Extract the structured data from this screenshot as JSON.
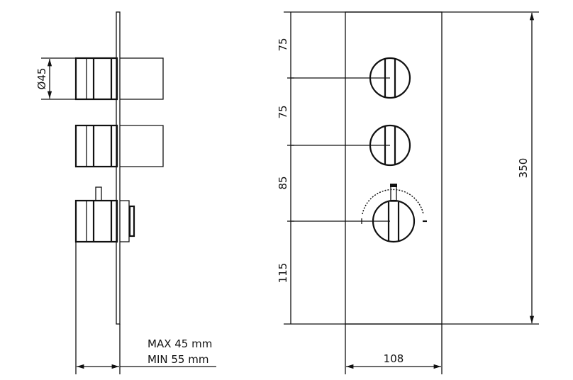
{
  "diagram": {
    "side_view": {
      "diameter_label": "Ø45",
      "depth_max": "MAX 45 mm",
      "depth_min": "MIN 55 mm"
    },
    "front_view": {
      "spacing_labels": [
        "75",
        "75",
        "85",
        "115"
      ],
      "height_label": "350",
      "width_label": "108",
      "thermostat_plus": "+",
      "thermostat_minus": "-"
    }
  }
}
